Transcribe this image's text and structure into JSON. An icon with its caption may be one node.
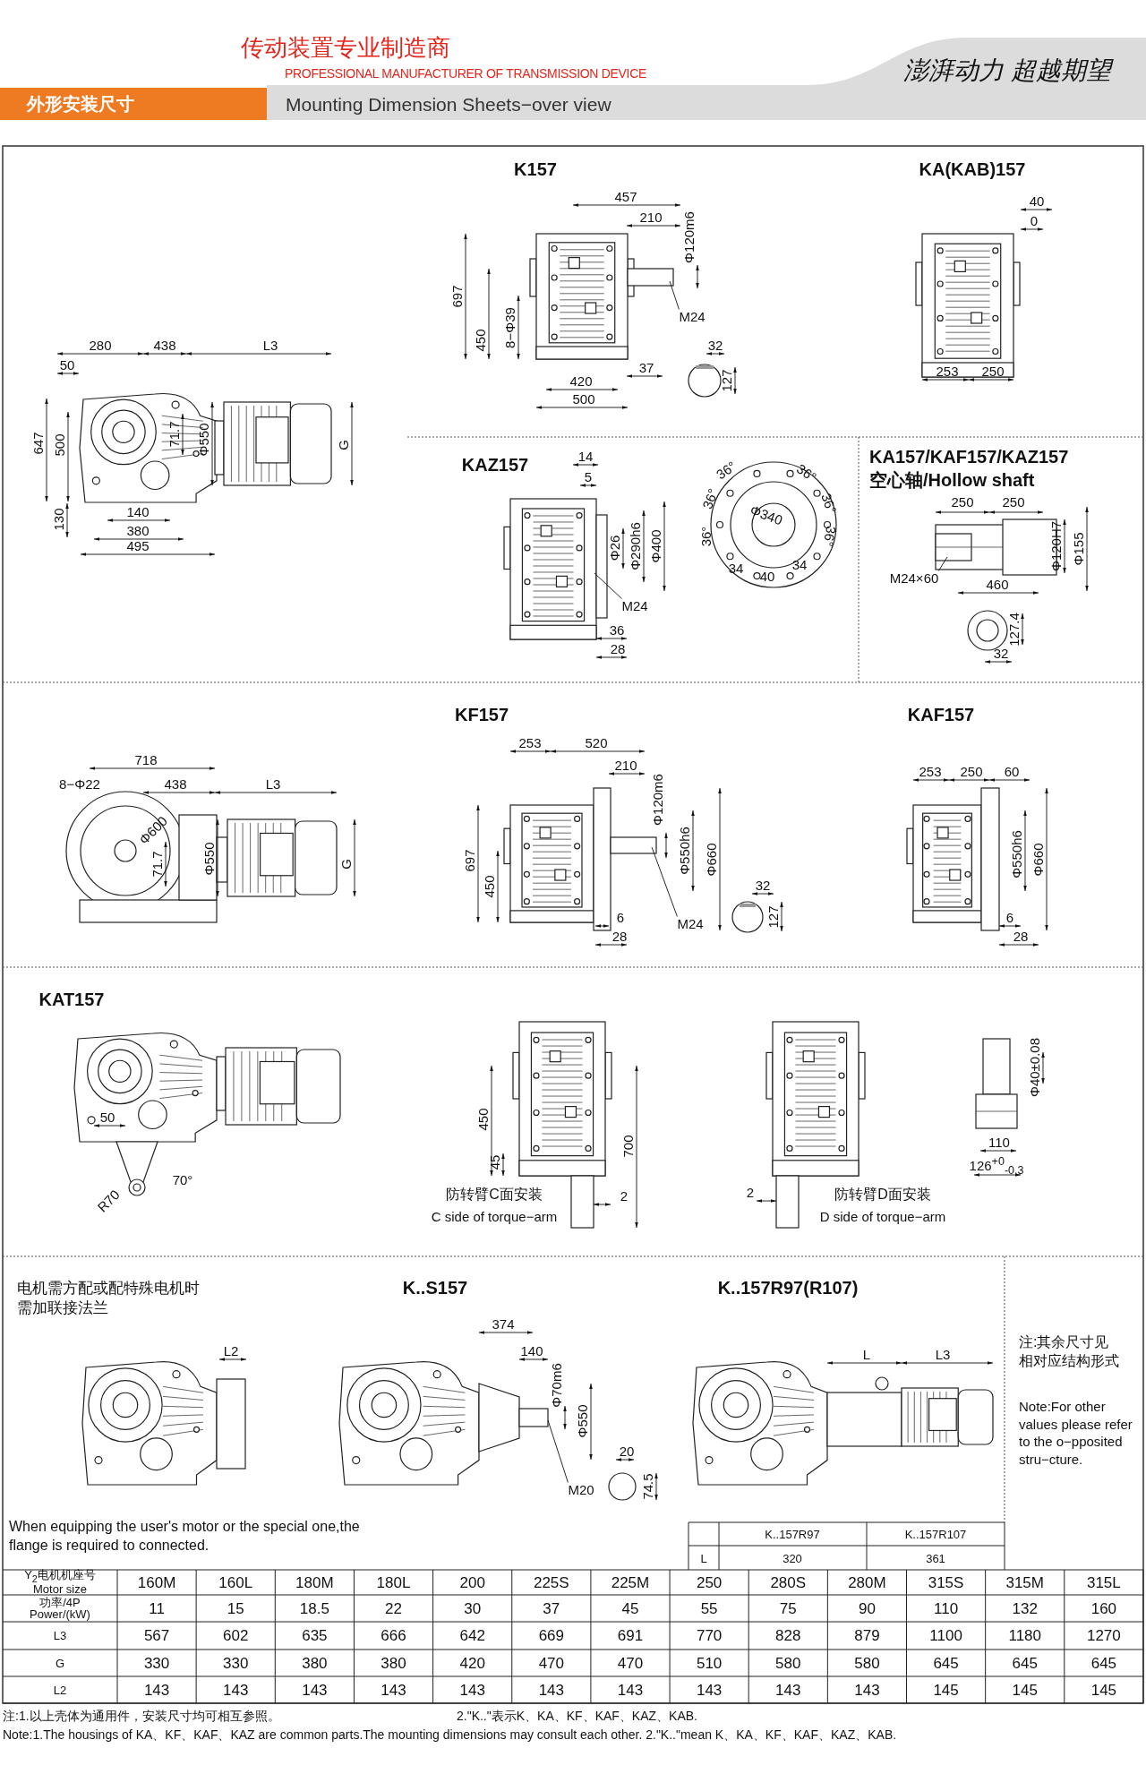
{
  "diagram": {
    "title": "Mounting Dimension Sheets−over view",
    "nodes": [
      {
        "text": [
          "M24"
        ]
      },
      {
        "text": [
          "M24"
        ]
      },
      {
        "text": [
          "M24×60"
        ]
      },
      {
        "text": [
          "M24"
        ]
      },
      {
        "text": [
          "M20"
        ]
      }
    ],
    "edges": [
      {
        "from": 0,
        "to": null,
        "arrow": "none"
      },
      {
        "from": 1,
        "to": null,
        "arrow": "none"
      },
      {
        "from": 2,
        "to": null,
        "arrow": "none"
      },
      {
        "from": 3,
        "to": null,
        "arrow": "none"
      },
      {
        "from": 4,
        "to": null,
        "arrow": "none"
      }
    ],
    "labels": [
      "传动装置专业制造商",
      "PROFESSIONAL MANUFACTURER OF TRANSMISSION DEVICE",
      "澎湃动力 超越期望",
      "外形安装尺寸",
      "280",
      "438",
      "L3",
      "50",
      "647",
      "500",
      "71.7",
      "Φ550",
      "G",
      "130",
      "140",
      "380",
      "495",
      "K157",
      "457",
      "210",
      "Φ120m6",
      "697",
      "450",
      "8−Φ39",
      "32",
      "127",
      "37",
      "420",
      "500",
      "KA(KAB)157",
      "40",
      "0",
      "253",
      "250",
      "KAZ157",
      "14",
      "5",
      "Φ26",
      "Φ290h6",
      "Φ400",
      "36",
      "28",
      "36°",
      "36°",
      "36°",
      "36°",
      "36°",
      "36°",
      "Φ340",
      "34",
      "40",
      "34",
      "KA157/KAF157/KAZ157",
      "空心轴/Hollow shaft",
      "250",
      "250",
      "460",
      "Φ120H7",
      "Φ155",
      "127.4",
      "32",
      "718",
      "8−Φ22",
      "438",
      "L3",
      "Φ600",
      "71.7",
      "Φ550",
      "G",
      "KF157",
      "253",
      "520",
      "210",
      "Φ120m6",
      "697",
      "450",
      "Φ550h6",
      "Φ660",
      "32",
      "127",
      "6",
      "28",
      "KAF157",
      "253",
      "250",
      "60",
      "Φ550h6",
      "Φ660",
      "6",
      "28",
      "KAT157",
      "50",
      "70°",
      "R70",
      "450",
      "45",
      "700",
      "2",
      "防转臂C面安装",
      "C side of torque−arm",
      "2",
      "防转臂D面安装",
      "D side of torque−arm",
      "Φ40±0.08",
      "110",
      "126$^{+0}$$_{-0.3}$",
      "电机需方配或配特殊电机时需加联接法兰",
      "K..S157",
      "K..157R97(R107)",
      "L2",
      "374",
      "140",
      "Φ70m6",
      "Φ550",
      "20",
      "74.5",
      "L",
      "L3",
      "注:其余尺寸见相对应结构形式",
      "Note:For other values please refer to the o−pposited stru−cture.",
      "When equipping the user's motor or the special one,the flange is required to connected.",
      "K..157R97",
      "K..157R107",
      "L",
      "320",
      "361",
      "Y$_{2}$电机机座号 Motor size",
      "160M",
      "160L",
      "180M",
      "180L",
      "200",
      "225S",
      "225M",
      "250",
      "280S",
      "280M",
      "315S",
      "315M",
      "315L",
      "功率/4P Power/(kW)",
      "11",
      "15",
      "18.5",
      "22",
      "30",
      "37",
      "45",
      "55",
      "75",
      "90",
      "110",
      "132",
      "160",
      "L3",
      "567",
      "602",
      "635",
      "666",
      "642",
      "669",
      "691",
      "770",
      "828",
      "879",
      "1100",
      "1180",
      "1270",
      "G",
      "330",
      "330",
      "380",
      "380",
      "420",
      "470",
      "470",
      "510",
      "580",
      "580",
      "645",
      "645",
      "645",
      "L2",
      "143",
      "143",
      "143",
      "143",
      "143",
      "143",
      "143",
      "143",
      "143",
      "143",
      "145",
      "145",
      "145",
      "注:1.以上壳体为通用件，安装尺寸均可相互参照。",
      "2.\"K..\"表示K、KA、KF、KAF、KAZ、KAB.",
      "Note:1.The housings of KA、KF、KAF、KAZ are common parts.The mounting dimensions may consult each other. 2.\"K..\"mean K、KA、KF、KAF、KAZ、KAB."
    ]
  }
}
